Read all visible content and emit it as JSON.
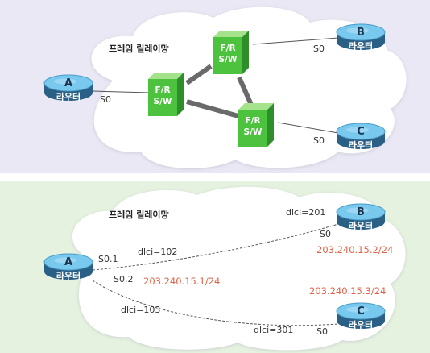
{
  "colors": {
    "panel_top": "#e9e8f4",
    "panel_bottom": "#e5f2df",
    "cloud": "#ffffff",
    "router_cap": "#79c9ef",
    "router_body": "#2a5f86",
    "switch_face": "#4cc23e",
    "ip_text": "#e0644a"
  },
  "top": {
    "network_label": "프레임 릴레이망",
    "routers": [
      {
        "letter": "A",
        "name": "라우터",
        "port": "S0"
      },
      {
        "letter": "B",
        "name": "라우터",
        "port": "S0"
      },
      {
        "letter": "C",
        "name": "라우터",
        "port": "S0"
      }
    ],
    "switches": [
      {
        "line1": "F/R",
        "line2": "S/W"
      },
      {
        "line1": "F/R",
        "line2": "S/W"
      },
      {
        "line1": "F/R",
        "line2": "S/W"
      }
    ]
  },
  "bottom": {
    "network_label": "프레임 릴레이망",
    "routers": [
      {
        "letter": "A",
        "name": "라우터"
      },
      {
        "letter": "B",
        "name": "라우터"
      },
      {
        "letter": "C",
        "name": "라우터"
      }
    ],
    "labels": {
      "a_sub1": "S0.1",
      "a_sub2": "S0.2",
      "dlci_a_b": "dlci=102",
      "dlci_b": "dlci=201",
      "dlci_a_c": "dlci=103",
      "dlci_c": "dlci=301",
      "b_port": "S0",
      "c_port": "S0",
      "ip_a": "203.240.15.1/24",
      "ip_b": "203.240.15.2/24",
      "ip_c": "203.240.15.3/24"
    }
  }
}
